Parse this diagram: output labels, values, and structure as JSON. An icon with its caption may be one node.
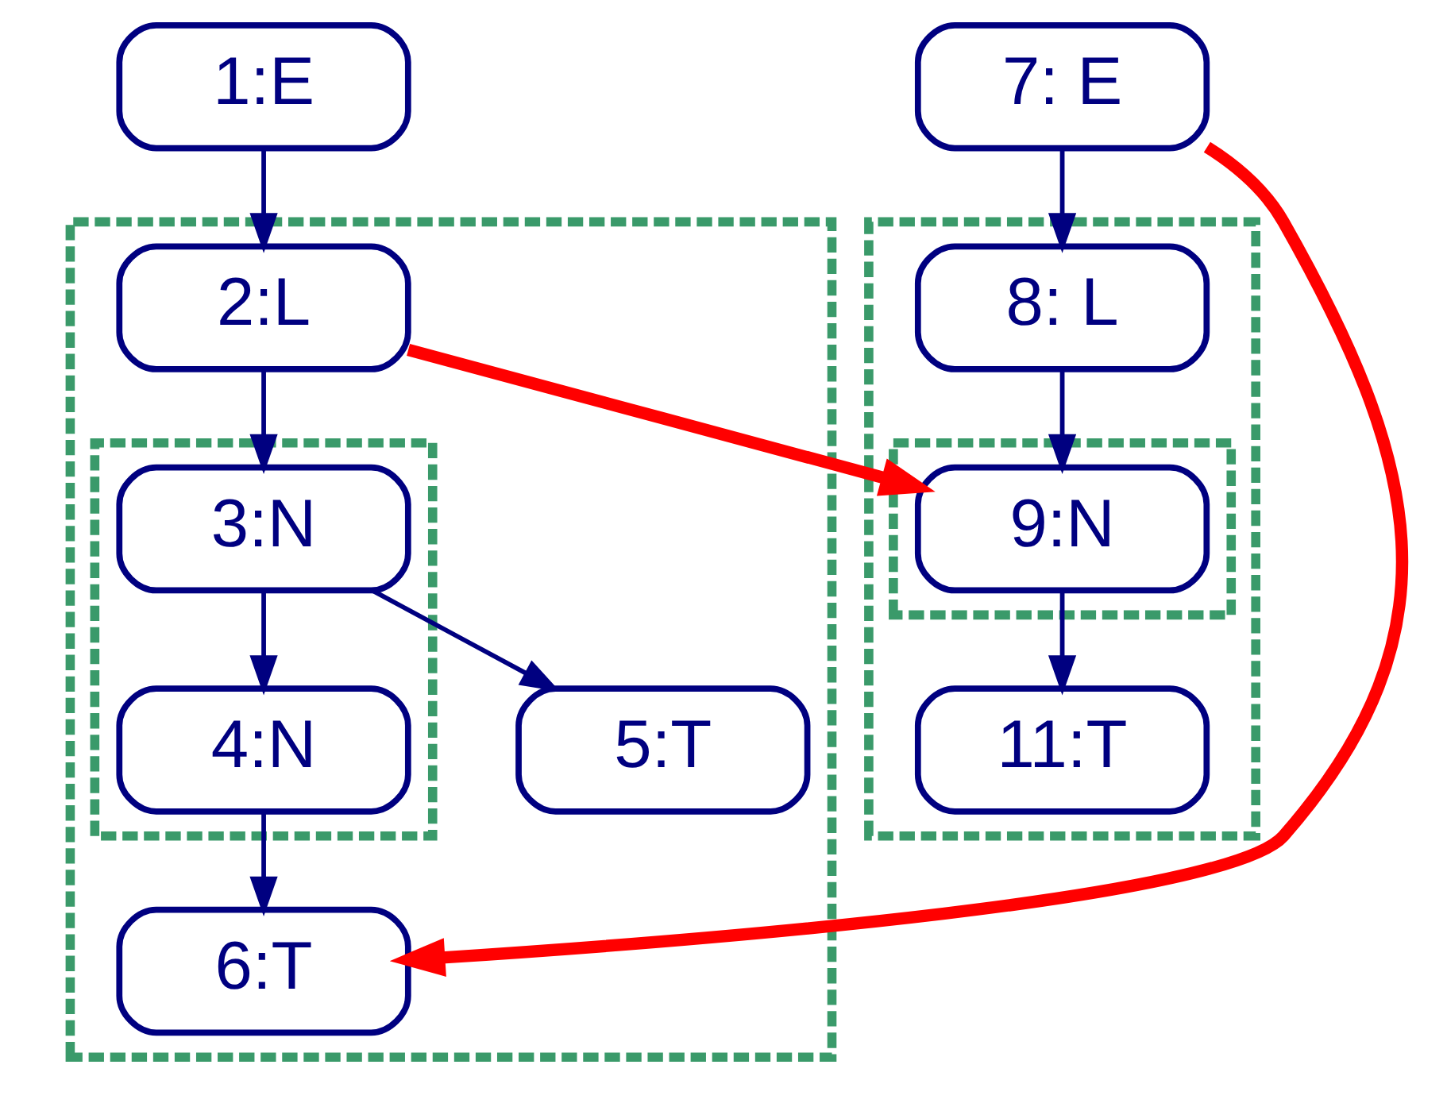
{
  "diagram": {
    "nodes": [
      {
        "text": [
          "1:E"
        ]
      },
      {
        "text": [],
        "shape": "box"
      },
      {
        "text": [
          "2:L"
        ],
        "in": 1
      },
      {
        "text": [],
        "shape": "box",
        "in": 1
      },
      {
        "text": [
          "3:N"
        ],
        "in": 3
      },
      {
        "text": [
          "4:N"
        ],
        "in": 3
      },
      {
        "text": [
          "5:T"
        ],
        "in": 1
      },
      {
        "text": [
          "6:T"
        ],
        "in": 1
      },
      {
        "text": [
          "7: E"
        ]
      },
      {
        "text": [],
        "shape": "box"
      },
      {
        "text": [
          "8: L"
        ],
        "in": 9
      },
      {
        "text": [],
        "shape": "box",
        "in": 9
      },
      {
        "text": [
          "9:N"
        ],
        "in": 11
      },
      {
        "text": [
          "11:T"
        ],
        "in": 9
      }
    ],
    "edges": [
      {
        "from": 0,
        "to": 2,
        "arrow": "to"
      },
      {
        "from": 2,
        "to": 4,
        "arrow": "to"
      },
      {
        "from": 4,
        "to": 5,
        "arrow": "to"
      },
      {
        "from": 4,
        "to": 6,
        "arrow": "to"
      },
      {
        "from": 5,
        "to": 7,
        "arrow": "to"
      },
      {
        "from": 2,
        "to": 12,
        "arrow": "to",
        "style": "thick",
        "color": "#ff0000"
      },
      {
        "from": 8,
        "to": 7,
        "arrow": "to",
        "style": "thick",
        "color": "#ff0000"
      },
      {
        "from": 8,
        "to": 10,
        "arrow": "to"
      },
      {
        "from": 10,
        "to": 12,
        "arrow": "to"
      },
      {
        "from": 12,
        "to": 13,
        "arrow": "to"
      }
    ]
  }
}
